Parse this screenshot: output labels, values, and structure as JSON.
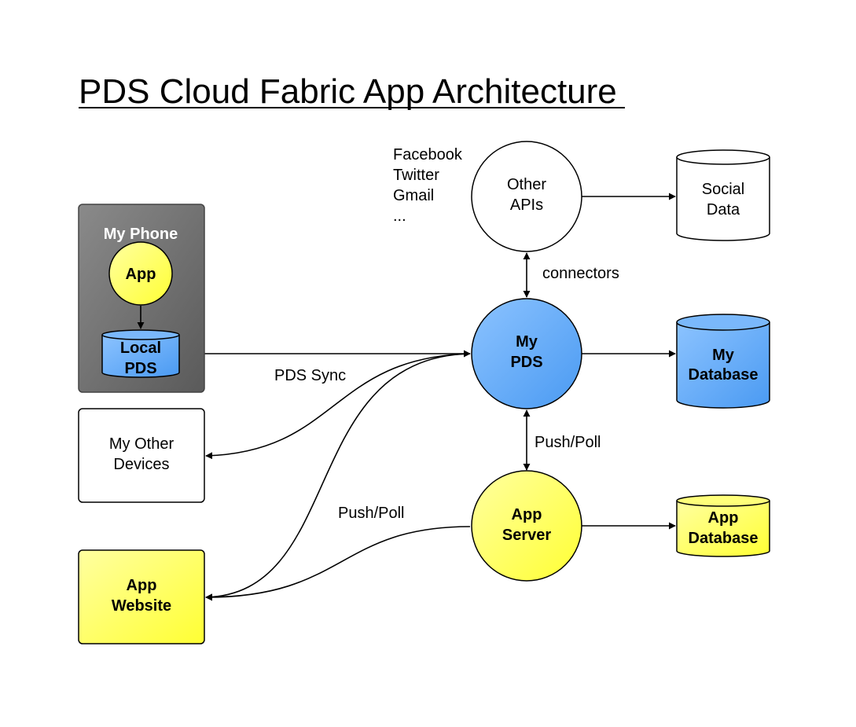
{
  "title": "PDS Cloud Fabric App Architecture",
  "api_examples": [
    "Facebook",
    "Twitter",
    "Gmail",
    "..."
  ],
  "nodes": {
    "my_phone": {
      "label": "My Phone"
    },
    "app": {
      "label": "App"
    },
    "local_pds": {
      "line1": "Local",
      "line2": "PDS"
    },
    "other_apis": {
      "line1": "Other",
      "line2": "APIs"
    },
    "social_data": {
      "line1": "Social",
      "line2": "Data"
    },
    "my_pds": {
      "line1": "My",
      "line2": "PDS"
    },
    "my_database": {
      "line1": "My",
      "line2": "Database"
    },
    "my_other_devices": {
      "line1": "My Other",
      "line2": "Devices"
    },
    "app_server": {
      "line1": "App",
      "line2": "Server"
    },
    "app_database": {
      "line1": "App",
      "line2": "Database"
    },
    "app_website": {
      "line1": "App",
      "line2": "Website"
    }
  },
  "edge_labels": {
    "connectors": "connectors",
    "pds_sync": "PDS Sync",
    "push_poll_server": "Push/Poll",
    "push_poll_website": "Push/Poll"
  },
  "colors": {
    "yellow": "#ffff55",
    "blue": "#5aa5f5",
    "phone_gray": "#6e6e6e",
    "white": "#ffffff"
  }
}
